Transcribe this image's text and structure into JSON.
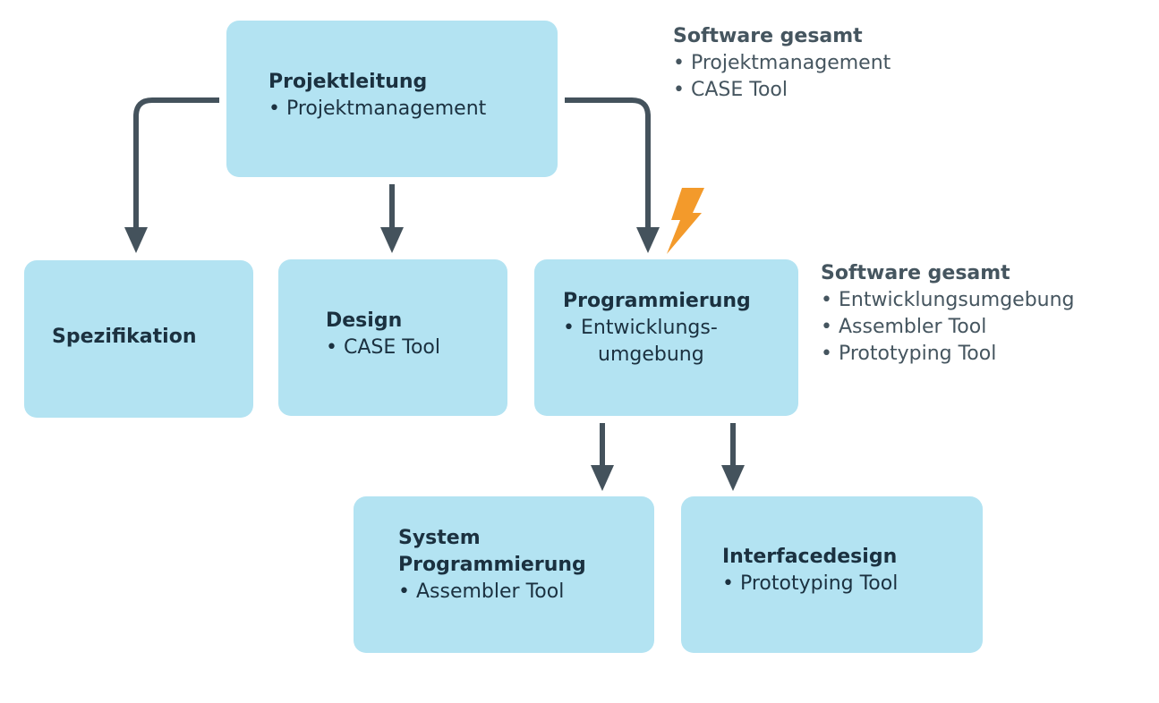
{
  "boxes": {
    "projektleitung": {
      "title": "Projektleitung",
      "items": [
        "Projektmanagement"
      ]
    },
    "spezifikation": {
      "title": "Spezifikation"
    },
    "design": {
      "title": "Design",
      "items": [
        "CASE Tool"
      ]
    },
    "programmierung": {
      "title": "Programmierung",
      "items": [
        "Entwicklungs-",
        "umgebung"
      ]
    },
    "system_programmierung": {
      "title_line1": "System",
      "title_line2": "Programmierung",
      "items": [
        "Assembler Tool"
      ]
    },
    "interfacedesign": {
      "title": "Interfacedesign",
      "items": [
        "Prototyping Tool"
      ]
    }
  },
  "notes": {
    "top": {
      "title": "Software gesamt",
      "items": [
        "Projektmanagement",
        "CASE Tool"
      ]
    },
    "right": {
      "title": "Software gesamt",
      "items": [
        "Entwicklungsumgebung",
        "Assembler Tool",
        "Prototyping Tool"
      ]
    }
  },
  "colors": {
    "box": "#b3e3f2",
    "arrow": "#44525c",
    "bolt": "#f39a2b",
    "text": "#1b3140",
    "note": "#45555f"
  },
  "icons": {
    "bolt": "lightning-bolt-icon"
  }
}
